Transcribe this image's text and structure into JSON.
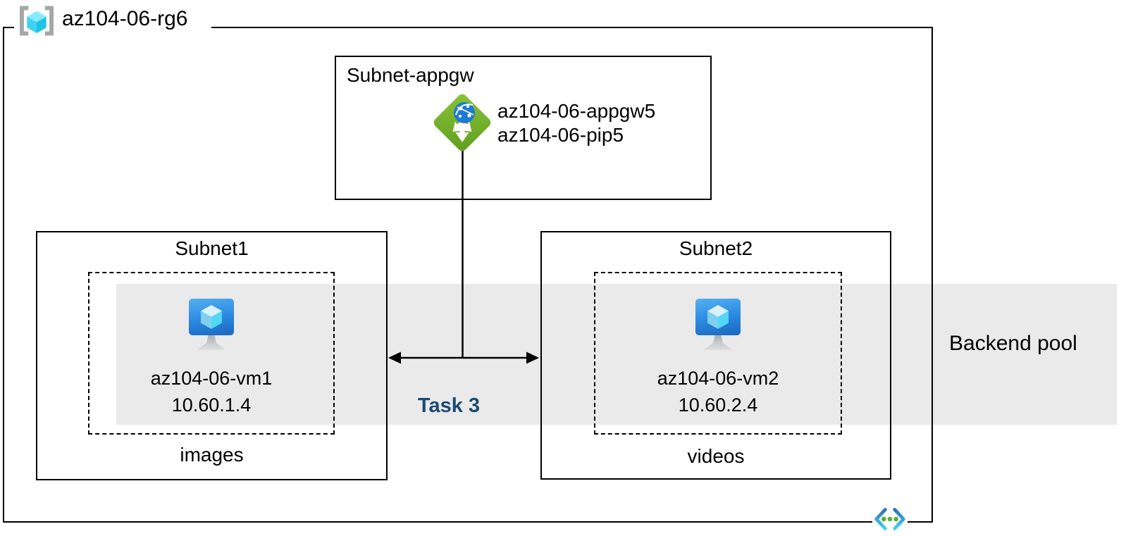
{
  "resource_group": {
    "name": "az104-06-rg6"
  },
  "appgw_subnet": {
    "title": "Subnet-appgw",
    "gateway_name": "az104-06-appgw5",
    "public_ip_name": "az104-06-pip5"
  },
  "subnet1": {
    "title": "Subnet1",
    "vm_name": "az104-06-vm1",
    "vm_ip": "10.60.1.4",
    "storage_label": "images"
  },
  "subnet2": {
    "title": "Subnet2",
    "vm_name": "az104-06-vm2",
    "vm_ip": "10.60.2.4",
    "storage_label": "videos"
  },
  "backend_pool": {
    "label": "Backend pool"
  },
  "task": {
    "label": "Task 3"
  },
  "colors": {
    "band_gray": "#eaeaea",
    "task_label_blue": "#1b4a74",
    "appgw_green": "#76b82a",
    "globe_blue": "#1d7ad3",
    "vm_screen_blue": "#2e8ce2",
    "cube_cyan": "#52d8f7",
    "rg_bracket_gray": "#a6a6a6",
    "vnet_chevron_top": "#2a6fc3",
    "vnet_chevron_bottom": "#3fd6f6",
    "vnet_dot_green": "#56ae2e",
    "line_black": "#000000"
  }
}
